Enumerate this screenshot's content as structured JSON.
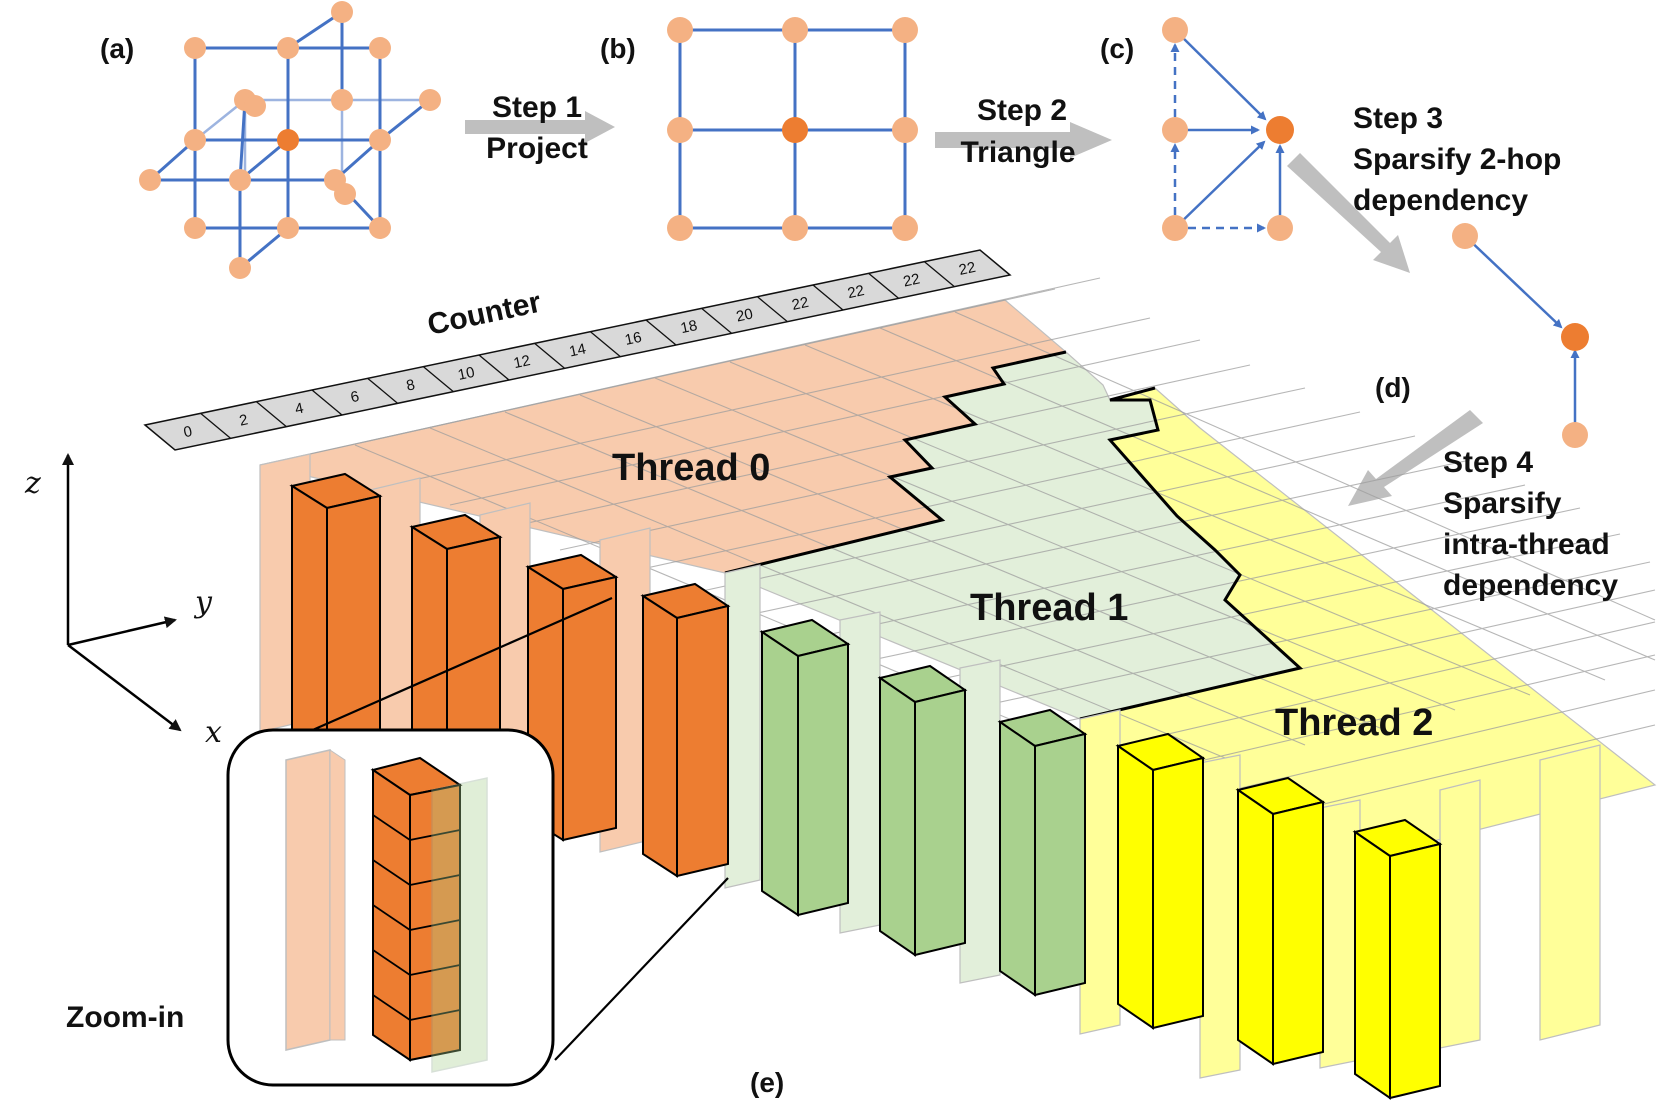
{
  "panels": {
    "a": "(a)",
    "b": "(b)",
    "c": "(c)",
    "d": "(d)",
    "e": "(e)"
  },
  "steps": {
    "step1": {
      "title": "Step 1",
      "desc": "Project"
    },
    "step2": {
      "title": "Step 2",
      "desc": "Triangle"
    },
    "step3": {
      "title": "Step 3",
      "desc_lines": [
        "Sparsify 2-hop",
        "dependency"
      ]
    },
    "step4": {
      "title": "Step 4",
      "desc_lines": [
        "Sparsify",
        "intra-thread",
        "dependency"
      ]
    }
  },
  "counter": {
    "label": "Counter",
    "values": [
      "0",
      "2",
      "4",
      "6",
      "8",
      "10",
      "12",
      "14",
      "16",
      "18",
      "20",
      "22",
      "22",
      "22",
      "22"
    ]
  },
  "threads": [
    "Thread 0",
    "Thread 1",
    "Thread 2"
  ],
  "zoom_label": "Zoom-in",
  "axes": {
    "z": "z",
    "y": "y",
    "x": "x"
  },
  "colors": {
    "node": "#F4B183",
    "node_center": "#ED7D31",
    "edge": "#4472C4",
    "arrow": "#BFBFBF",
    "thread0": "#F8CBAD",
    "thread0_bar": "#ED7D31",
    "thread1": "#E2EFDA",
    "thread1_bar": "#A9D18E",
    "thread2": "#FFFF99",
    "thread2_bar": "#FFFF00",
    "counter": "#D9D9D9"
  }
}
